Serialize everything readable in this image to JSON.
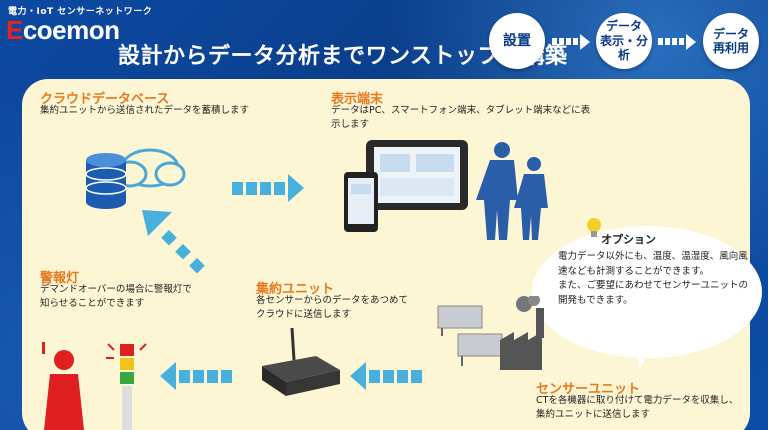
{
  "brand": {
    "subtitle": "電力・IoT センサーネットワーク",
    "name_e": "E",
    "name_rest": "coemon"
  },
  "headline": "設計からデータ分析までワンストップで構築",
  "steps": [
    {
      "label": "設置"
    },
    {
      "label": "データ\n表示・分析"
    },
    {
      "label": "データ\n再利用"
    }
  ],
  "cloud": {
    "title": "クラウドデータベース",
    "text": "集約ユニットから送信されたデータを蓄積します"
  },
  "display": {
    "title": "表示端末",
    "text": "データはPC、スマートフォン端末、タブレット端末などに表\n示します"
  },
  "alarm": {
    "title": "警報灯",
    "text": "デマンドオーバーの場合に警報灯で\n知らせることができます"
  },
  "gateway": {
    "title": "集約ユニット",
    "text": "各センサーからのデータをあつめて\nクラウドに送信します"
  },
  "sensor": {
    "title": "センサーユニット",
    "text": "CTを各機器に取り付けて電力データを収集し、\n集約ユニットに送信します"
  },
  "option": {
    "title": "オプション",
    "text": "電力データ以外にも、温度、温湿度、風向風速なども計測することができます。\nまた、ご要望にあわせてセンサーユニットの開発もできます。"
  },
  "colors": {
    "accent": "#e8781f",
    "brand_red": "#e8231f",
    "arrow": "#48b0dc",
    "navy": "#0a3b84",
    "panel": "#fdf6d4"
  },
  "icons": [
    "database-icon",
    "cloud-icon",
    "tablet-icon",
    "smartphone-icon",
    "people-icon",
    "alarm-person-icon",
    "signal-tower-icon",
    "gateway-router-icon",
    "sensor-unit-icon",
    "factory-icon",
    "lightbulb-icon"
  ]
}
